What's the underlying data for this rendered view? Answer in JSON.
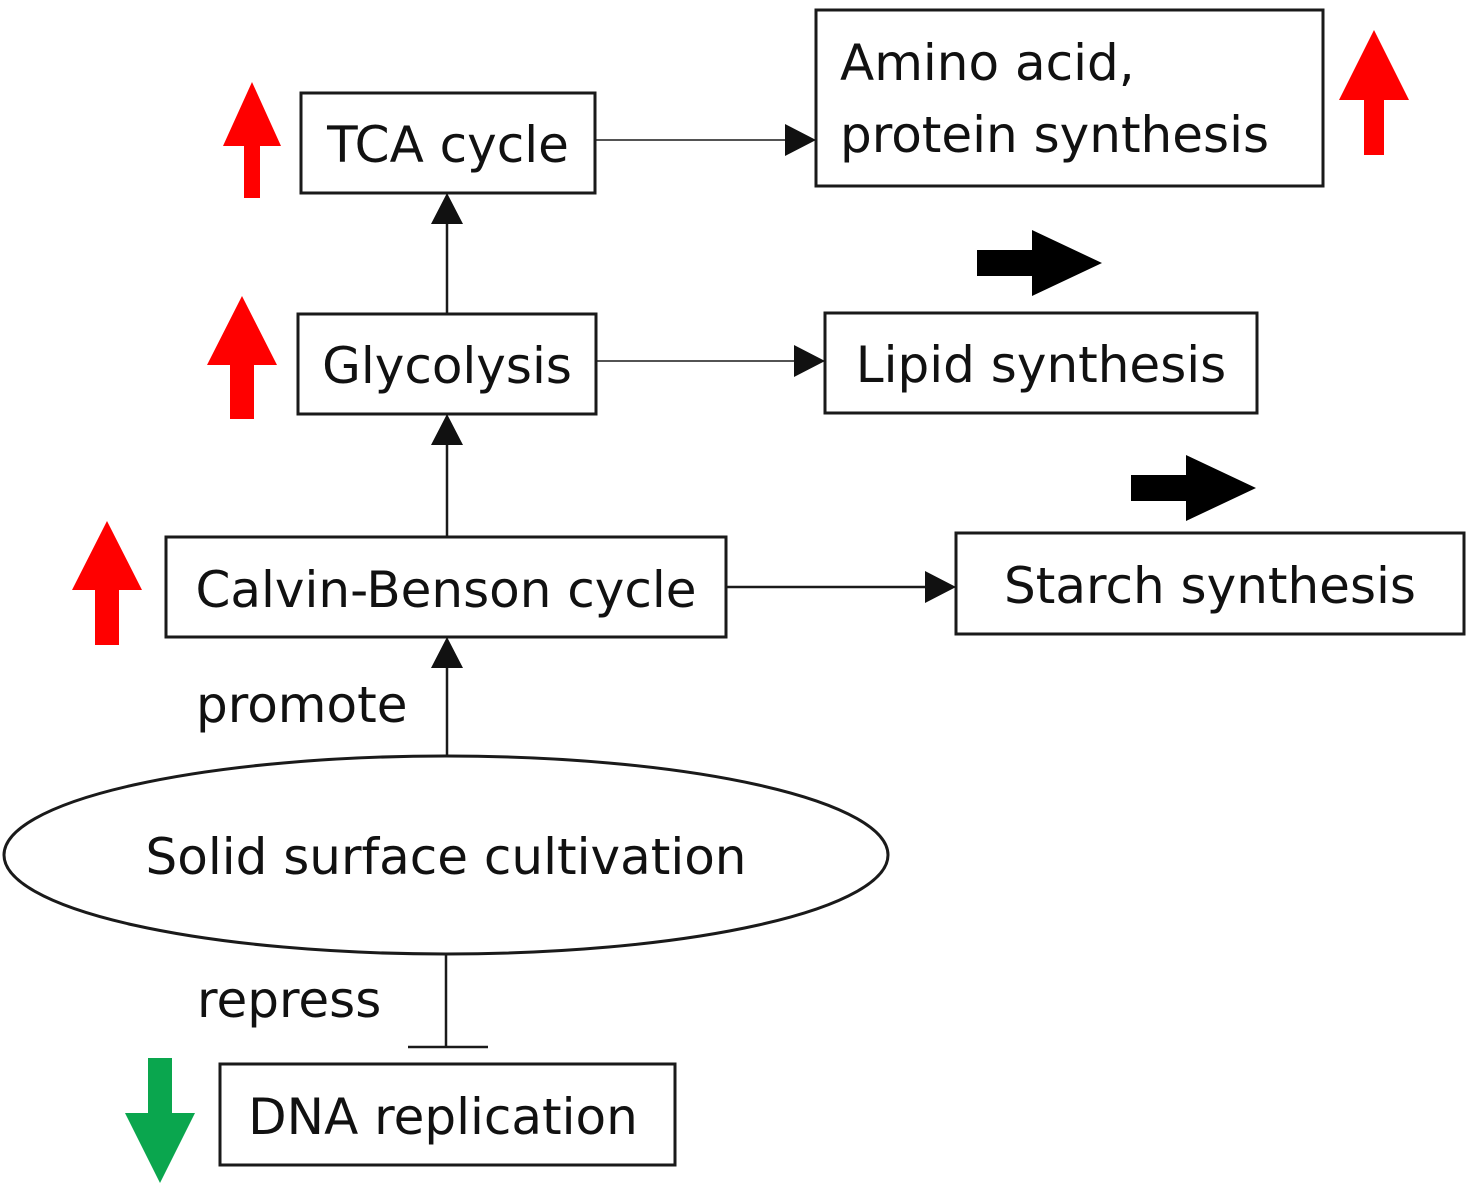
{
  "nodes": {
    "tca": "TCA cycle",
    "amino_line1": "Amino acid,",
    "amino_line2": "protein synthesis",
    "glycolysis": "Glycolysis",
    "lipid": "Lipid synthesis",
    "calvin": "Calvin-Benson cycle",
    "starch": "Starch synthesis",
    "solid": "Solid surface cultivation",
    "dna": "DNA replication"
  },
  "edge_labels": {
    "promote": "promote",
    "repress": "repress"
  },
  "indicators": {
    "tca": "up",
    "amino": "up",
    "glycolysis": "up",
    "lipid": "unchanged",
    "calvin": "up",
    "starch": "unchanged",
    "dna": "down"
  },
  "colors": {
    "up": "#ff0000",
    "down": "#0aa64e",
    "unchanged": "#000000"
  }
}
